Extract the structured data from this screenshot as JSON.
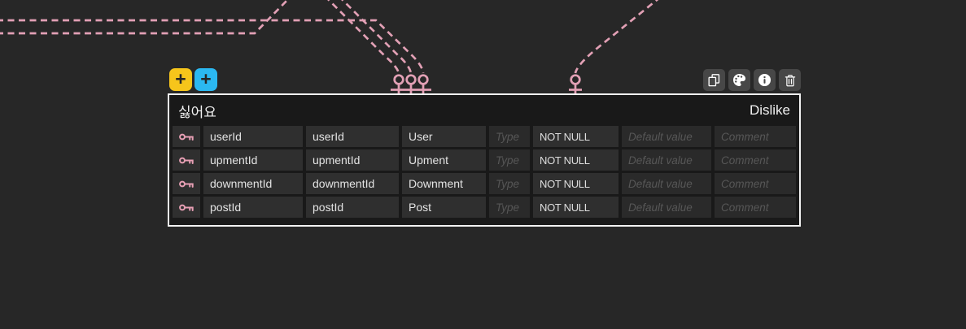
{
  "canvas": {
    "background": "#272727"
  },
  "colors": {
    "relationship_line": "#e2a0b5",
    "key_icon": "#e79fb4",
    "add_button_yellow": "#f6c51b",
    "add_button_blue": "#2bb8f1",
    "table_border": "#f2f2f2",
    "table_background": "#191919",
    "cell_background": "#2f2f2f",
    "placeholder_text": "#575757"
  },
  "toolbar": {
    "add_label": "+",
    "add_buttons": [
      {
        "icon": "plus-icon",
        "color": "#f6c51b"
      },
      {
        "icon": "plus-icon",
        "color": "#2bb8f1"
      }
    ],
    "action_buttons": [
      {
        "icon": "copy-icon"
      },
      {
        "icon": "palette-icon"
      },
      {
        "icon": "info-icon"
      },
      {
        "icon": "trash-icon"
      }
    ]
  },
  "table": {
    "name": "싫어요",
    "comment": "Dislike",
    "placeholders": {
      "type": "Type",
      "default_value": "Default value",
      "comment": "Comment"
    },
    "columns": [
      {
        "key": "key-icon",
        "name": "userId",
        "logical_name": "userId",
        "ref": "User",
        "constraint": "NOT NULL"
      },
      {
        "key": "key-icon",
        "name": "upmentId",
        "logical_name": "upmentId",
        "ref": "Upment",
        "constraint": "NOT NULL"
      },
      {
        "key": "key-icon",
        "name": "downmentId",
        "logical_name": "downmentId",
        "ref": "Downment",
        "constraint": "NOT NULL"
      },
      {
        "key": "key-icon",
        "name": "postId",
        "logical_name": "postId",
        "ref": "Post",
        "constraint": "NOT NULL"
      }
    ]
  }
}
